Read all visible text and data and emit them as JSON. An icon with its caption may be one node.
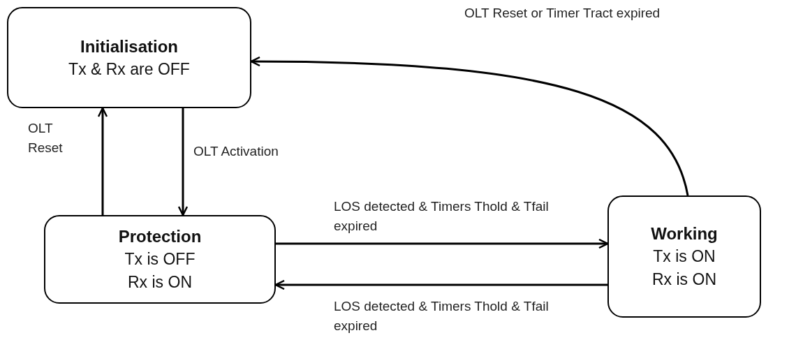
{
  "diagram": {
    "nodes": [
      {
        "text": [
          "Initialisation",
          "Tx & Rx are OFF"
        ]
      },
      {
        "text": [
          "Protection",
          "Tx is OFF",
          "Rx is ON"
        ]
      },
      {
        "text": [
          "Working",
          "Tx is ON",
          "Rx is ON"
        ]
      }
    ],
    "edges": [
      {
        "from": 1,
        "to": 0,
        "arrow": "to",
        "label": "OLT Reset"
      },
      {
        "from": 0,
        "to": 1,
        "arrow": "to",
        "label": "OLT Activation"
      },
      {
        "from": 1,
        "to": 2,
        "arrow": "to",
        "label": "LOS detected & Timers Thold & Tfail expired"
      },
      {
        "from": 2,
        "to": 1,
        "arrow": "to",
        "label": "LOS detected & Timers Thold & Tfail expired"
      },
      {
        "from": 2,
        "to": 0,
        "arrow": "to",
        "label": "OLT Reset or Timer Tract expired"
      }
    ]
  }
}
